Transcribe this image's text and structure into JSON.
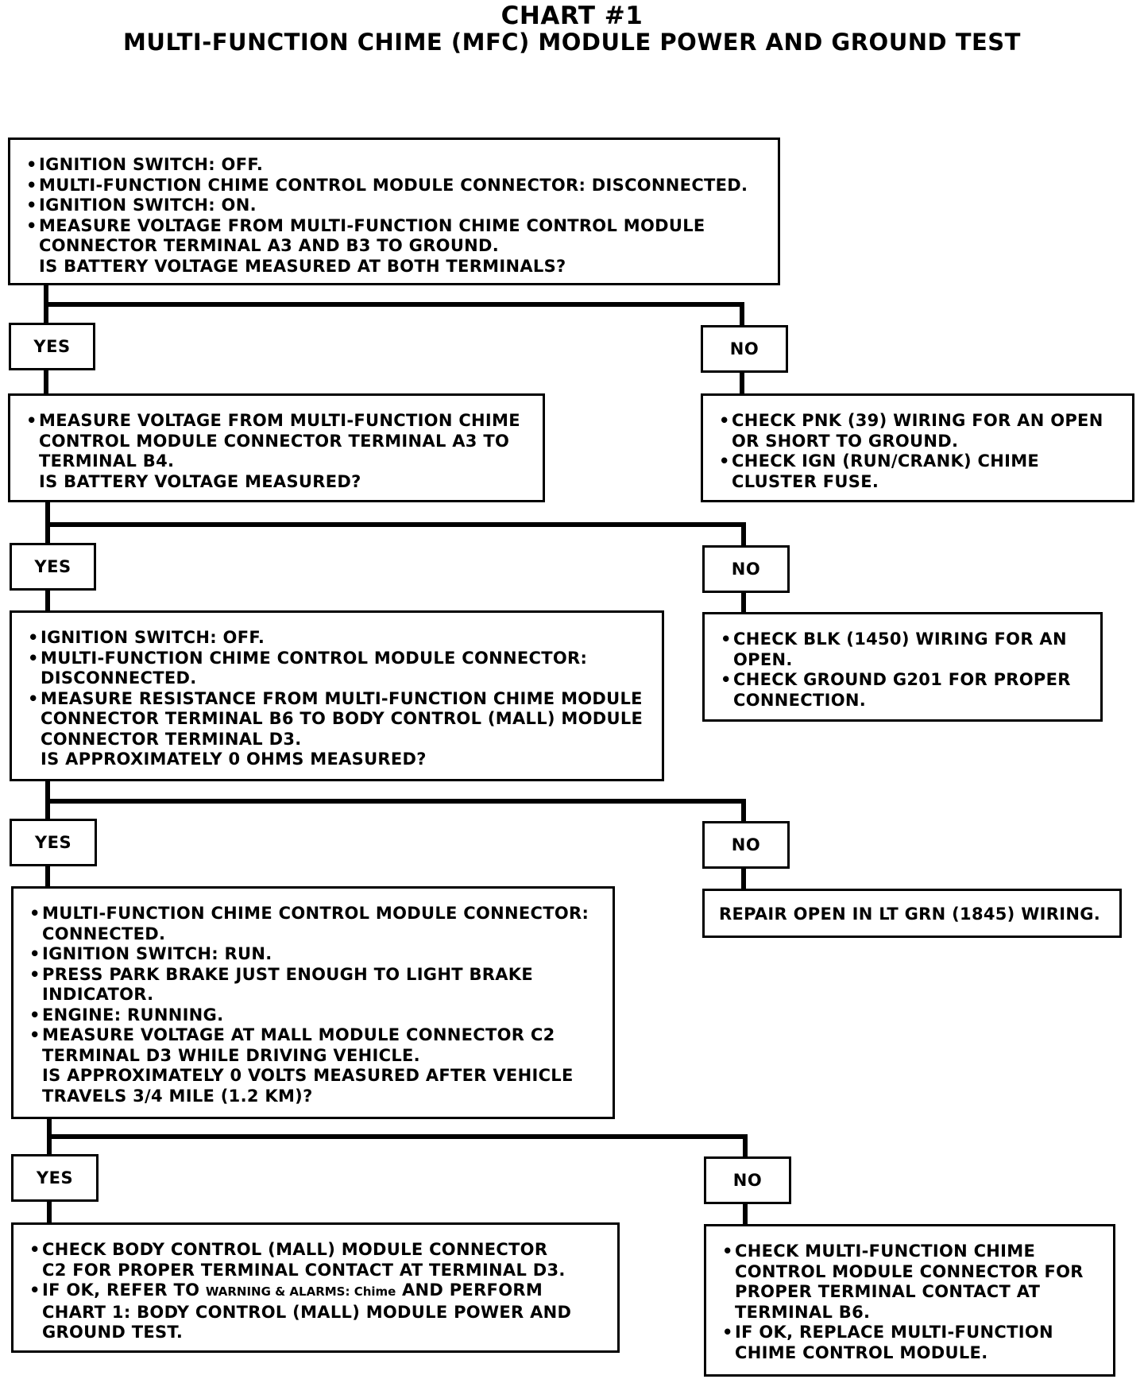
{
  "title": "CHART #1",
  "subtitle": "MULTI-FUNCTION CHIME (MFC) MODULE POWER AND GROUND TEST",
  "yes_label": "YES",
  "no_label": "NO",
  "boxes": {
    "step1": {
      "bullets": [
        "IGNITION SWITCH: OFF.",
        "MULTI-FUNCTION CHIME CONTROL MODULE CONNECTOR: DISCONNECTED.",
        "IGNITION SWITCH: ON.",
        "MEASURE VOLTAGE FROM MULTI-FUNCTION CHIME CONTROL MODULE CONNECTOR TERMINAL A3 AND B3 TO GROUND."
      ],
      "question": "IS BATTERY VOLTAGE MEASURED AT BOTH TERMINALS?"
    },
    "step2": {
      "bullets": [
        "MEASURE VOLTAGE FROM MULTI-FUNCTION CHIME CONTROL MODULE CONNECTOR TERMINAL A3 TO TERMINAL B4."
      ],
      "question": "IS BATTERY VOLTAGE MEASURED?"
    },
    "no1": {
      "bullets": [
        "CHECK PNK (39) WIRING FOR AN OPEN OR SHORT TO GROUND.",
        "CHECK IGN (RUN/CRANK) CHIME CLUSTER FUSE."
      ]
    },
    "step3": {
      "bullets": [
        "IGNITION SWITCH: OFF.",
        "MULTI-FUNCTION CHIME CONTROL MODULE CONNECTOR: DISCONNECTED.",
        "MEASURE RESISTANCE FROM MULTI-FUNCTION CHIME MODULE CONNECTOR TERMINAL B6 TO BODY CONTROL (MALL) MODULE CONNECTOR TERMINAL D3."
      ],
      "question": "IS APPROXIMATELY 0 OHMS MEASURED?"
    },
    "no2": {
      "bullets": [
        "CHECK BLK (1450) WIRING FOR AN OPEN.",
        "CHECK GROUND G201 FOR PROPER CONNECTION."
      ]
    },
    "step4": {
      "bullets": [
        "MULTI-FUNCTION CHIME CONTROL MODULE CONNECTOR: CONNECTED.",
        "IGNITION SWITCH: RUN.",
        "PRESS PARK BRAKE JUST ENOUGH TO LIGHT BRAKE INDICATOR.",
        "ENGINE: RUNNING.",
        "MEASURE VOLTAGE AT MALL MODULE CONNECTOR C2 TERMINAL D3 WHILE DRIVING VEHICLE."
      ],
      "question": "IS APPROXIMATELY 0 VOLTS MEASURED AFTER VEHICLE TRAVELS 3/4 MILE (1.2 KM)?"
    },
    "no3": {
      "text": "REPAIR OPEN IN LT GRN (1845) WIRING."
    },
    "yes_final": {
      "bullet1": "CHECK BODY CONTROL (MALL) MODULE CONNECTOR C2 FOR PROPER TERMINAL CONTACT AT TERMINAL D3.",
      "bullet2_prefix": "IF OK, REFER TO",
      "bullet2_ref": "WARNING & ALARMS: Chime",
      "bullet2_suffix": "AND PERFORM CHART 1: BODY CONTROL (MALL) MODULE POWER AND GROUND TEST."
    },
    "no_final": {
      "bullets": [
        "CHECK MULTI-FUNCTION CHIME CONTROL MODULE CONNECTOR FOR PROPER TERMINAL CONTACT AT TERMINAL B6.",
        "IF OK, REPLACE MULTI-FUNCTION CHIME CONTROL MODULE."
      ]
    }
  }
}
